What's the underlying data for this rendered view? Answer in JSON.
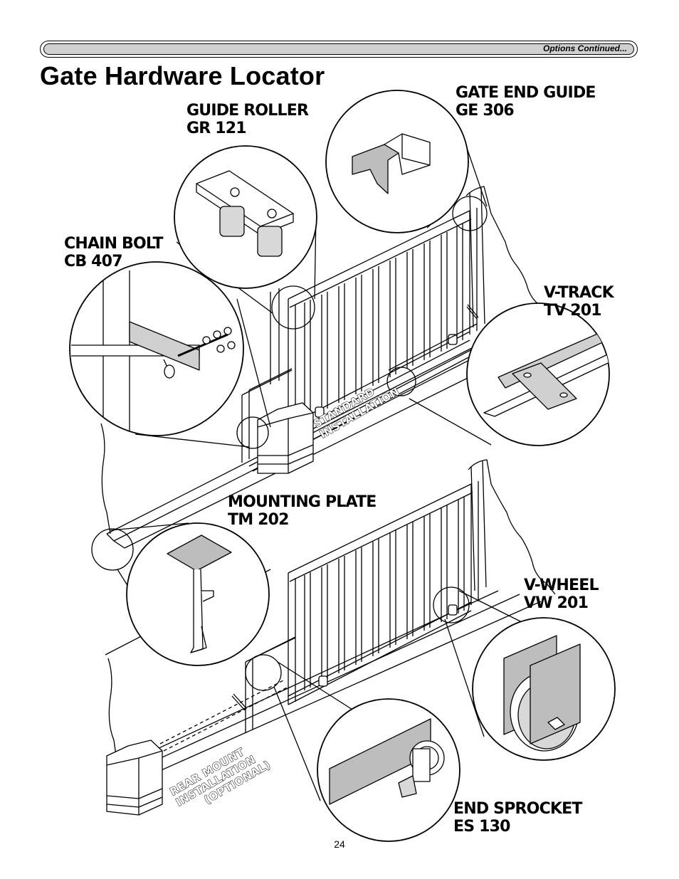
{
  "header": {
    "continued_label": "Options Continued..."
  },
  "title": "Gate Hardware Locator",
  "callouts": {
    "gate_end_guide": {
      "name": "GATE END GUIDE",
      "code": "GE 306"
    },
    "guide_roller": {
      "name": "GUIDE ROLLER",
      "code": "GR 121"
    },
    "chain_bolt": {
      "name": "CHAIN BOLT",
      "code": "CB 407"
    },
    "v_track": {
      "name": "V-TRACK",
      "code": "TV 201"
    },
    "mounting_plate": {
      "name": "MOUNTING PLATE",
      "code": "TM 202"
    },
    "v_wheel": {
      "name": "V-WHEEL",
      "code": "VW 201"
    },
    "end_sprocket": {
      "name": "END SPROCKET",
      "code": "ES 130"
    }
  },
  "installations": {
    "standard": {
      "line1": "STANDARD",
      "line2": "INSTALLATION"
    },
    "rear_mount": {
      "line1": "REAR MOUNT",
      "line2": "INSTALLATION",
      "line3": "(OPTIONAL)"
    }
  },
  "page_number": "24",
  "colors": {
    "ink": "#000000",
    "paper": "#ffffff",
    "header_fill": "#d0d0d0",
    "part_fill": "#bdbdbd"
  }
}
